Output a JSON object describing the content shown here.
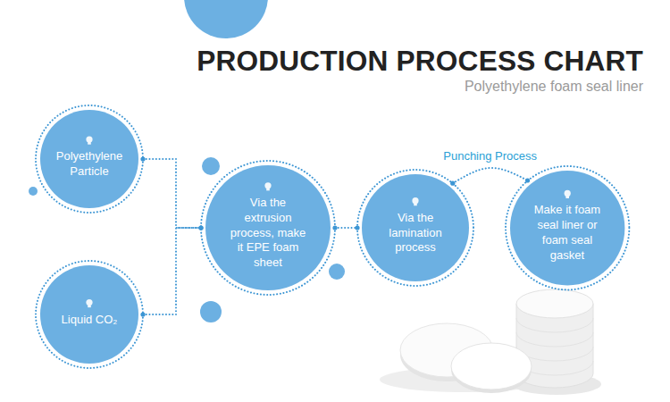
{
  "diagram": {
    "title": "PRODUCTION PROCESS CHART",
    "nodes": [
      {
        "text": [
          "Polyethylene Particle"
        ]
      },
      {
        "text": [
          "Liquid CO₂"
        ]
      },
      {
        "text": [
          "Via the extrusion process, make it EPE foam sheet"
        ]
      },
      {
        "text": [
          "Via the lamination process"
        ]
      },
      {
        "text": [
          "Make it foam seal liner or foam seal gasket"
        ]
      }
    ],
    "edges": [
      {
        "from": 0,
        "to": 2,
        "arrow": "none"
      },
      {
        "from": 1,
        "to": 2,
        "arrow": "none"
      },
      {
        "from": 2,
        "to": 3,
        "arrow": "none"
      },
      {
        "from": 3,
        "to": 4,
        "label": "Punching Process",
        "arrow": "none"
      }
    ],
    "labels": [
      "Polyethylene foam seal liner"
    ]
  }
}
